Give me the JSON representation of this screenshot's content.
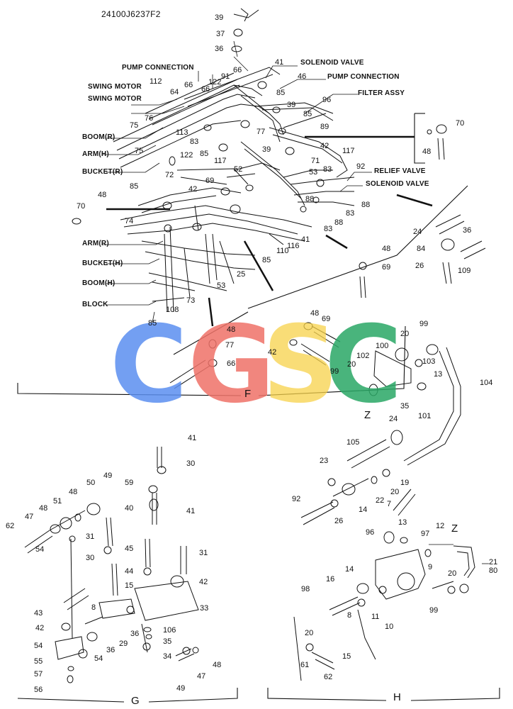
{
  "drawing_number": "24100J6237F2",
  "watermark": {
    "letters": [
      "C",
      "G",
      "S",
      "C"
    ],
    "colors": [
      "#5b8ff0",
      "#ef7268",
      "#f7d24a",
      "#2aa866"
    ]
  },
  "section_views": {
    "F": "F",
    "G": "G",
    "H": "H"
  },
  "direction_marks": {
    "Z1": "Z",
    "Z2": "Z"
  },
  "callouts": {
    "pump_connection_1": "PUMP CONNECTION",
    "swing_motor_1": "SWING MOTOR",
    "swing_motor_2": "SWING MOTOR",
    "boom_r": "BOOM(R)",
    "arm_h": "ARM(H)",
    "bucket_r": "BUCKET(R)",
    "arm_r": "ARM(R)",
    "bucket_h": "BUCKET(H)",
    "boom_h": "BOOM(H)",
    "block": "BLOCK",
    "solenoid_valve_1": "SOLENOID VALVE",
    "pump_connection_2": "PUMP CONNECTION",
    "filter_assy": "FILTER ASSY",
    "relief_valve": "RELIEF VALVE",
    "solenoid_valve_2": "SOLENOID VALVE"
  },
  "part_numbers": {
    "n39a": "39",
    "n37": "37",
    "n36a": "36",
    "n41a": "41",
    "n66a": "66",
    "n91": "91",
    "n46": "46",
    "n122a": "122",
    "n85a": "85",
    "n96": "96",
    "n112": "112",
    "n64": "64",
    "n66b": "66",
    "n66c": "66",
    "n39b": "39",
    "n85b": "85",
    "n76": "76",
    "n75a": "75",
    "n113": "113",
    "n83a": "83",
    "n77a": "77",
    "n89": "89",
    "n85c": "85",
    "n39c": "39",
    "n42a": "42",
    "n75b": "75",
    "n122b": "122",
    "n117a": "117",
    "n117b": "117",
    "n71": "71",
    "n70a": "70",
    "n48a": "48",
    "n72": "72",
    "n52": "52",
    "n53": "53",
    "n83b": "83",
    "n92a": "92",
    "n85d": "85",
    "n69a": "69",
    "n42b": "42",
    "n88a": "88",
    "n88b": "88",
    "n88c": "88",
    "n83c": "83",
    "n83d": "83",
    "n70b": "70",
    "n48b": "48",
    "n74": "74",
    "n116": "116",
    "n41b": "41",
    "n110": "110",
    "n85e": "85",
    "n25": "25",
    "n53b": "53",
    "n73": "73",
    "n108": "108",
    "n85f": "85",
    "n24a": "24",
    "n36b": "36",
    "n84": "84",
    "n26a": "26",
    "n109": "109",
    "n48c": "48",
    "n69b": "69",
    "n48d": "48",
    "n69c": "69",
    "n42c": "42",
    "n99a": "99",
    "n48e": "48",
    "n77b": "77",
    "n66d": "66",
    "n20a": "20",
    "n99b": "99",
    "n100": "100",
    "n102": "102",
    "n20b": "20",
    "n103": "103",
    "n13a": "13",
    "n35a": "35",
    "n101": "101",
    "n104": "104",
    "n24b": "24",
    "n105": "105",
    "n23": "23",
    "n19": "19",
    "n20c": "20",
    "n22": "22",
    "n92b": "92",
    "n14a": "14",
    "n26b": "26",
    "n7": "7",
    "n96b": "96",
    "n13b": "13",
    "n97": "97",
    "n12": "12",
    "n9": "9",
    "n21": "21",
    "n80": "80",
    "n20d": "20",
    "n99c": "99",
    "n98": "98",
    "n16": "16",
    "n14b": "14",
    "n8a": "8",
    "n11": "11",
    "n10": "10",
    "n20e": "20",
    "n61": "61",
    "n15a": "15",
    "n62a": "62",
    "n41c": "41",
    "n30a": "30",
    "n59": "59",
    "n49a": "49",
    "n50": "50",
    "n48f": "48",
    "n51": "51",
    "n40": "40",
    "n41d": "41",
    "n47a": "47",
    "n48g": "48",
    "n62b": "62",
    "n31a": "31",
    "n54a": "54",
    "n30b": "30",
    "n45": "45",
    "n31b": "31",
    "n44": "44",
    "n15b": "15",
    "n42d": "42",
    "n8b": "8",
    "n43": "43",
    "n33": "33",
    "n42e": "42",
    "n36c": "36",
    "n106": "106",
    "n36d": "36",
    "n29": "29",
    "n35b": "35",
    "n54b": "54",
    "n54c": "54",
    "n55": "55",
    "n34": "34",
    "n48h": "48",
    "n57": "57",
    "n47b": "47",
    "n56": "56",
    "n49b": "49"
  }
}
